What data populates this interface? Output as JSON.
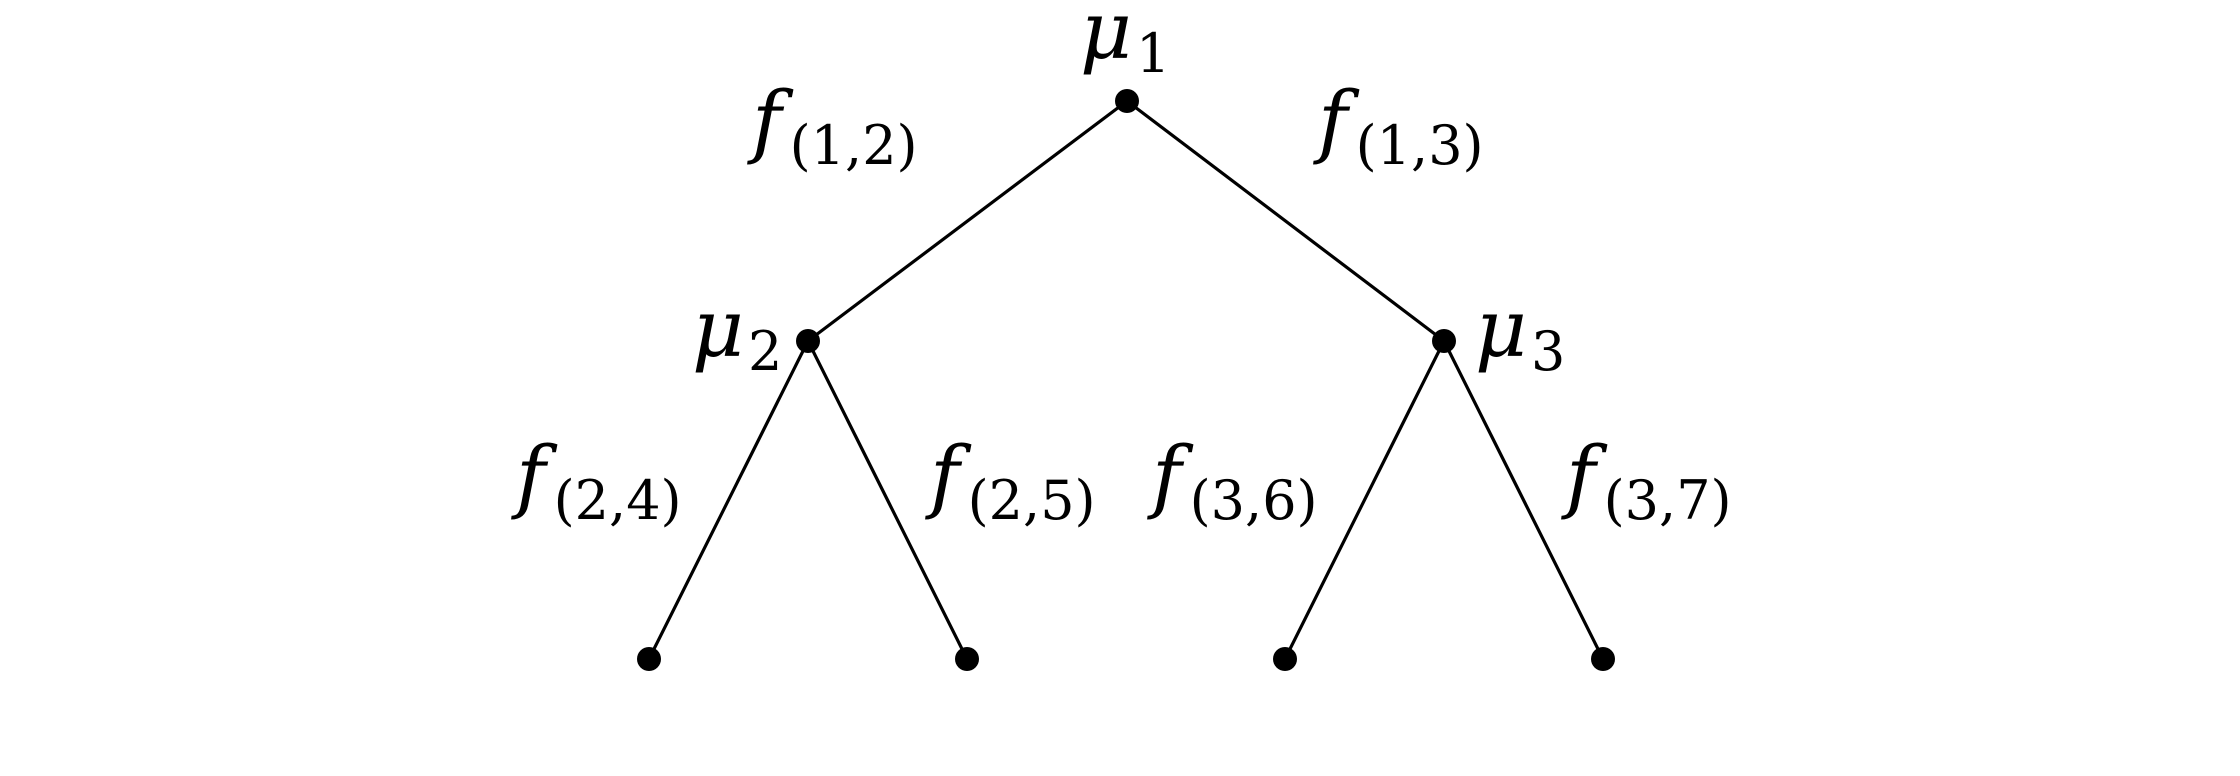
{
  "tree": {
    "nodes": [
      {
        "id": "n1",
        "label": {
          "base": "μ",
          "sub": "1"
        }
      },
      {
        "id": "n2",
        "label": {
          "base": "μ",
          "sub": "2"
        }
      },
      {
        "id": "n3",
        "label": {
          "base": "μ",
          "sub": "3"
        }
      },
      {
        "id": "n4",
        "label": null
      },
      {
        "id": "n5",
        "label": null
      },
      {
        "id": "n6",
        "label": null
      },
      {
        "id": "n7",
        "label": null
      }
    ],
    "edges": [
      {
        "from": "n1",
        "to": "n2",
        "label": {
          "base": "f",
          "sub": "(1,2)"
        }
      },
      {
        "from": "n1",
        "to": "n3",
        "label": {
          "base": "f",
          "sub": "(1,3)"
        }
      },
      {
        "from": "n2",
        "to": "n4",
        "label": {
          "base": "f",
          "sub": "(2,4)"
        }
      },
      {
        "from": "n2",
        "to": "n5",
        "label": {
          "base": "f",
          "sub": "(2,5)"
        }
      },
      {
        "from": "n3",
        "to": "n6",
        "label": {
          "base": "f",
          "sub": "(3,6)"
        }
      },
      {
        "from": "n3",
        "to": "n7",
        "label": {
          "base": "f",
          "sub": "(3,7)"
        }
      }
    ]
  }
}
